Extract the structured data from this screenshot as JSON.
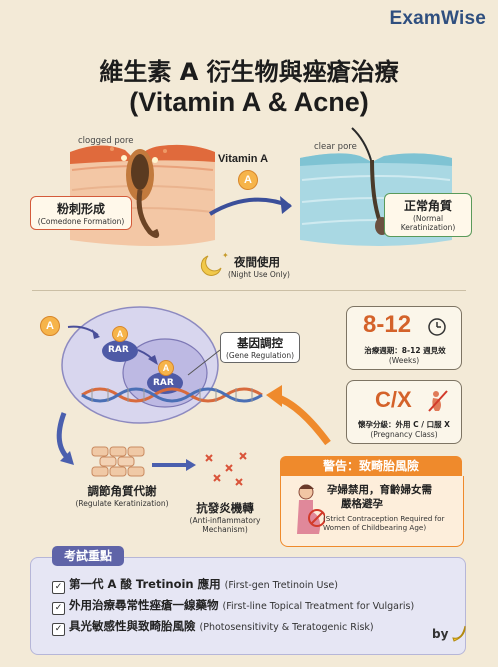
{
  "brand": "ExamWise",
  "title_zh": "維生素 A 衍生物與痤瘡治療",
  "title_en": "(Vitamin A & Acne)",
  "top": {
    "clogged_pore": "clogged pore",
    "clear_pore": "clear pore",
    "vitamin_a": "Vitamin A",
    "a_badge": "A",
    "comedone_zh": "粉刺形成",
    "comedone_en": "(Comedone Formation)",
    "normal_zh": "正常角質",
    "normal_en": "(Normal Keratinization)",
    "night_zh": "夜間使用",
    "night_en": "(Night Use Only)"
  },
  "mechanism": {
    "a_badge": "A",
    "rar": "RAR",
    "gene_zh": "基因調控",
    "gene_en": "(Gene Regulation)",
    "keratin_zh": "調節角質代謝",
    "keratin_en": "(Regulate Keratinization)",
    "anti_zh": "抗發炎機轉",
    "anti_en": "(Anti-inflammatory Mechanism)"
  },
  "weeks_card": {
    "value": "8-12",
    "zh": "治療週期：8-12 週見效",
    "en": "(Weeks)"
  },
  "preg_card": {
    "value": "C/X",
    "zh": "懷孕分級：外用 C / 口服 X",
    "en": "(Pregnancy Class)"
  },
  "warning": {
    "title": "警告：致畸胎風險",
    "zh_line1": "孕婦禁用，育齡婦女需",
    "zh_line2": "嚴格避孕",
    "en": "(Strict Contraception Required for Women of Childbearing Age)"
  },
  "exam": {
    "tag": "考試重點",
    "items": [
      {
        "zh": "第一代 A 酸 Tretinoin 應用",
        "en": "(First-gen Tretinoin Use)"
      },
      {
        "zh": "外用治療尋常性痤瘡一線藥物",
        "en": "(First-line Topical Treatment for Vulgaris)"
      },
      {
        "zh": "具光敏感性與致畸胎風險",
        "en": "(Photosensitivity & Teratogenic Risk)"
      }
    ],
    "check": "✓"
  },
  "byline": "by",
  "colors": {
    "accent_orange": "#ef8a2c",
    "brand_blue": "#2f4f7f",
    "exam_purple": "#5f64a8",
    "clogged_red": "#d45a3a",
    "normal_green": "#5a9a5a"
  },
  "icons": [
    "clock-icon",
    "no-pregnancy-icon",
    "moon-star-icon",
    "banana-icon",
    "check-icon"
  ]
}
